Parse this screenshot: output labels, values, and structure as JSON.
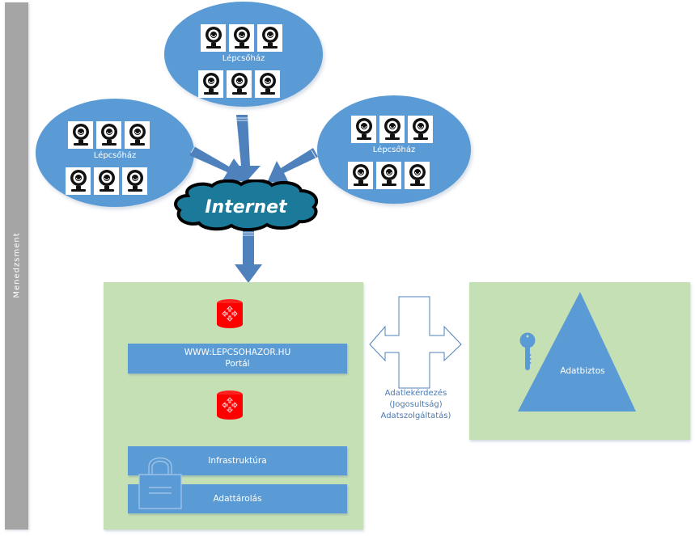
{
  "management": {
    "label": "Menedzsment"
  },
  "stairwells": [
    {
      "id": "top",
      "label": "Lépcsőház",
      "camera_rows": [
        3,
        3
      ]
    },
    {
      "id": "left",
      "label": "Lépcsőház",
      "camera_rows": [
        3,
        3
      ]
    },
    {
      "id": "right",
      "label": "Lépcsőház",
      "camera_rows": [
        3,
        3
      ]
    }
  ],
  "internet": {
    "label": "Internet"
  },
  "portal_panel": {
    "portal_bar": {
      "line1": "WWW:LEPCSOHAZOR.HU",
      "line2": "Portál"
    },
    "infrastructure_label": "Infrastruktúra",
    "storage_label": "Adattárolás"
  },
  "exchange": {
    "line1": "Adatlekérdezés",
    "line2": "(Jogosultság)",
    "line3": "Adatszolgáltatás)"
  },
  "trustee_panel": {
    "label": "Adatbiztos"
  },
  "colors": {
    "shape_blue": "#5b9bd5",
    "panel_green": "#c5e0b4",
    "management_gray": "#a5a5a5",
    "router_red": "#ff0000",
    "cloud_teal": "#1b7a99",
    "arrow_blue": "#4f81bd"
  }
}
